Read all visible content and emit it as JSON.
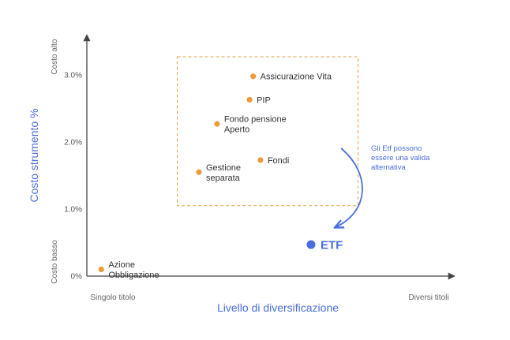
{
  "colors": {
    "accent": "#4a6fdc",
    "point": "#ee9a3a",
    "box": "#e9a04a",
    "axis": "#444444"
  },
  "chart_data": {
    "type": "scatter",
    "title": "",
    "xlabel": "Livello di diversificazione",
    "ylabel": "Costo strumento %",
    "x_end_labels": {
      "left": "Singolo titolo",
      "right": "Diversi titoli"
    },
    "y_side_labels": {
      "bottom": "Costo basso",
      "top": "Costo alto"
    },
    "yticks": [
      {
        "value": 0,
        "label": "0%"
      },
      {
        "value": 1,
        "label": "1.0%"
      },
      {
        "value": 2,
        "label": "2.0%"
      },
      {
        "value": 3,
        "label": "3.0%"
      }
    ],
    "ylim": [
      0,
      3.6
    ],
    "xlim": [
      0,
      10
    ],
    "grid": false,
    "points": [
      {
        "name": "Azione Obbligazione",
        "lines": [
          "Azione",
          "Obbligazione"
        ],
        "x": 0.4,
        "y": 0.1
      },
      {
        "name": "Gestione separata",
        "lines": [
          "Gestione",
          "separata"
        ],
        "x": 3.1,
        "y": 1.55
      },
      {
        "name": "Fondo pensione Aperto",
        "lines": [
          "Fondo pensione",
          "Aperto"
        ],
        "x": 3.6,
        "y": 2.27
      },
      {
        "name": "Fondi",
        "lines": [
          "Fondi"
        ],
        "x": 4.8,
        "y": 1.73
      },
      {
        "name": "PIP",
        "lines": [
          "PIP"
        ],
        "x": 4.5,
        "y": 2.63
      },
      {
        "name": "Assicurazione Vita",
        "lines": [
          "Assicurazione Vita"
        ],
        "x": 4.6,
        "y": 2.98
      }
    ],
    "highlight": {
      "name": "ETF",
      "label": "ETF",
      "x": 6.2,
      "y": 0.47
    },
    "region": {
      "x_range": [
        2.5,
        7.5
      ],
      "y_range": [
        1.05,
        3.27
      ]
    },
    "annotation": {
      "lines": [
        "Gli Etf possono",
        "essere una valida",
        "alternativa"
      ]
    }
  }
}
